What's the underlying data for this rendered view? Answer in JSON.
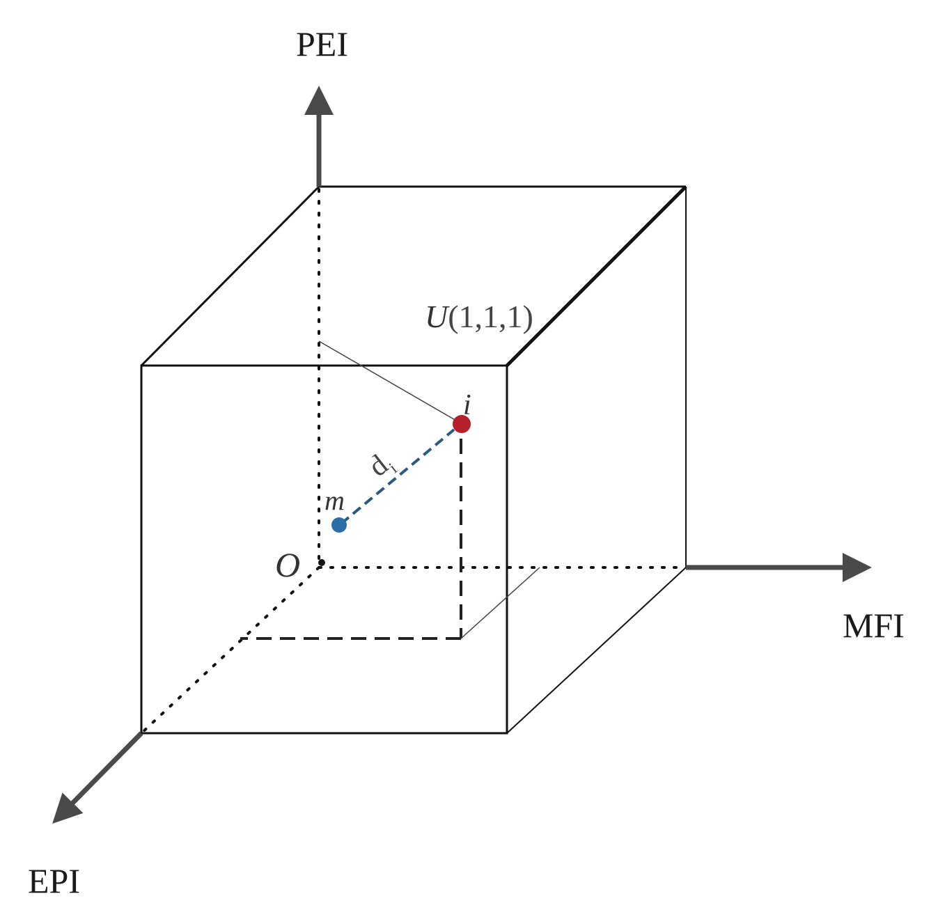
{
  "axes": {
    "vertical": "PEI",
    "horizontal": "MFI",
    "depth": "EPI"
  },
  "labels": {
    "origin": "O",
    "point_m": "m",
    "point_i": "i",
    "distance": "d",
    "distance_sub": "i",
    "ideal_letter": "U",
    "ideal_coords": "(1,1,1)"
  },
  "colors": {
    "point_i": "#b5202a",
    "point_m": "#2a6ea6",
    "axis_arrow": "#4a4a4a",
    "edge": "#111111"
  }
}
